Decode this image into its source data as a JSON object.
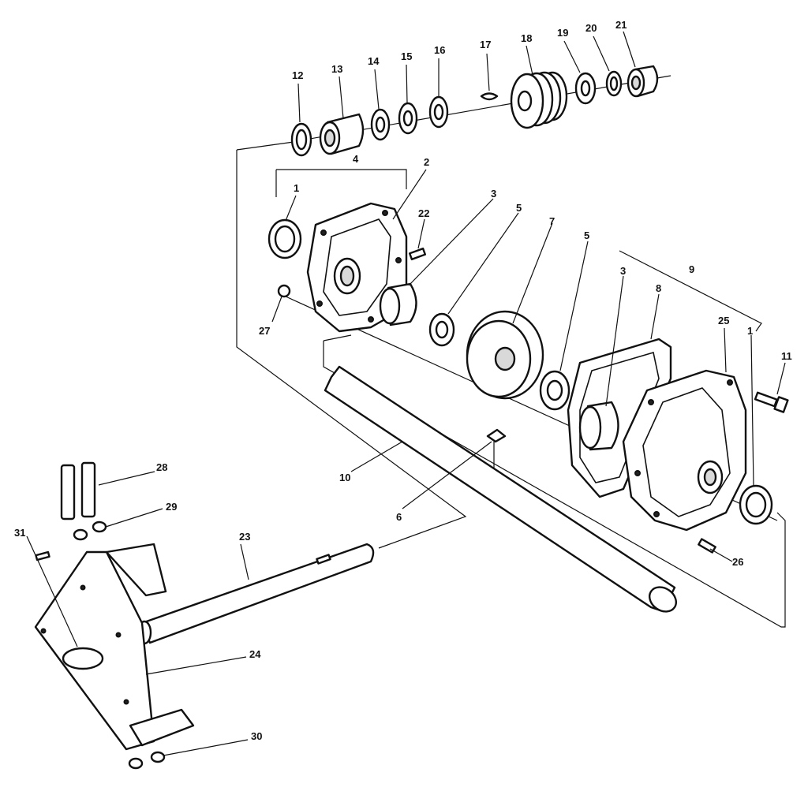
{
  "labels": {
    "l1a": "1",
    "l1b": "1",
    "l2": "2",
    "l3a": "3",
    "l3b": "3",
    "l4": "4",
    "l5a": "5",
    "l5b": "5",
    "l6": "6",
    "l7": "7",
    "l8": "8",
    "l9": "9",
    "l10": "10",
    "l11": "11",
    "l12": "12",
    "l13": "13",
    "l14": "14",
    "l15": "15",
    "l16": "16",
    "l17": "17",
    "l18": "18",
    "l19": "19",
    "l20": "20",
    "l21": "21",
    "l22": "22",
    "l23": "23",
    "l24": "24",
    "l25": "25",
    "l26": "26",
    "l27": "27",
    "l28": "28",
    "l29": "29",
    "l30": "30",
    "l31": "31"
  }
}
